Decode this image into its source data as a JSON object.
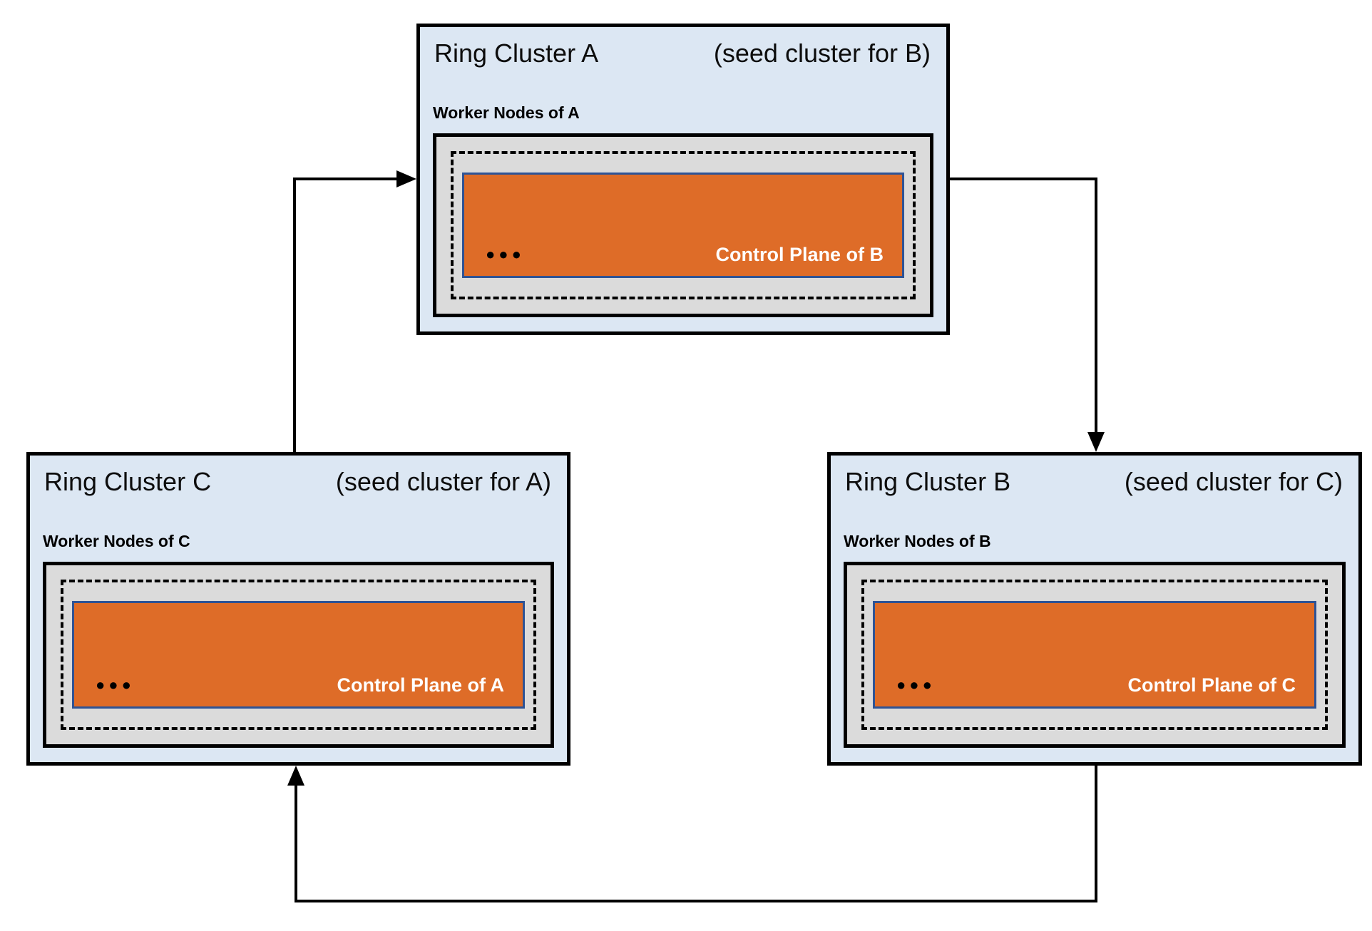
{
  "clusters": {
    "a": {
      "title": "Ring Cluster A",
      "seed_note": "(seed cluster for B)",
      "worker_label": "Worker Nodes of A",
      "control_plane_label": "Control Plane of B",
      "dots": "●●●"
    },
    "b": {
      "title": "Ring Cluster B",
      "seed_note": "(seed cluster for C)",
      "worker_label": "Worker Nodes of B",
      "control_plane_label": "Control Plane of C",
      "dots": "●●●"
    },
    "c": {
      "title": "Ring Cluster C",
      "seed_note": "(seed cluster for A)",
      "worker_label": "Worker Nodes of C",
      "control_plane_label": "Control Plane of A",
      "dots": "●●●"
    }
  },
  "connections": [
    {
      "from": "Ring Cluster C",
      "to": "Ring Cluster A"
    },
    {
      "from": "Ring Cluster A",
      "to": "Ring Cluster B"
    },
    {
      "from": "Ring Cluster B",
      "to": "Ring Cluster C"
    }
  ],
  "colors": {
    "cluster_fill": "#dce7f3",
    "worker_fill": "#dbdbdb",
    "control_plane_fill": "#de6c28",
    "control_plane_border": "#2e5395",
    "line_color": "#000000"
  }
}
